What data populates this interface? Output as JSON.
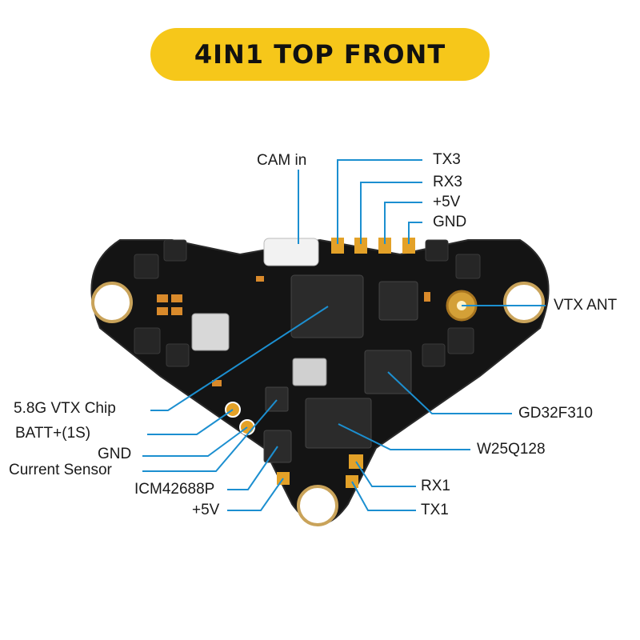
{
  "title": "4IN1 TOP FRONT",
  "colors": {
    "accent": "#f6c71a",
    "leader": "#1c8fd0",
    "board": "#111111",
    "pad": "#e3a128"
  },
  "labels": {
    "cam_in": "CAM in",
    "tx3": "TX3",
    "rx3": "RX3",
    "plus5v_top": "+5V",
    "gnd_top": "GND",
    "vtx_ant": "VTX ANT",
    "vtx_chip": "5.8G VTX Chip",
    "batt": "BATT+(1S)",
    "gnd_left": "GND",
    "current_sensor": "Current Sensor",
    "gd32": "GD32F310",
    "w25q": "W25Q128",
    "icm": "ICM42688P",
    "plus5v_bottom": "+5V",
    "rx1": "RX1",
    "tx1": "TX1"
  }
}
